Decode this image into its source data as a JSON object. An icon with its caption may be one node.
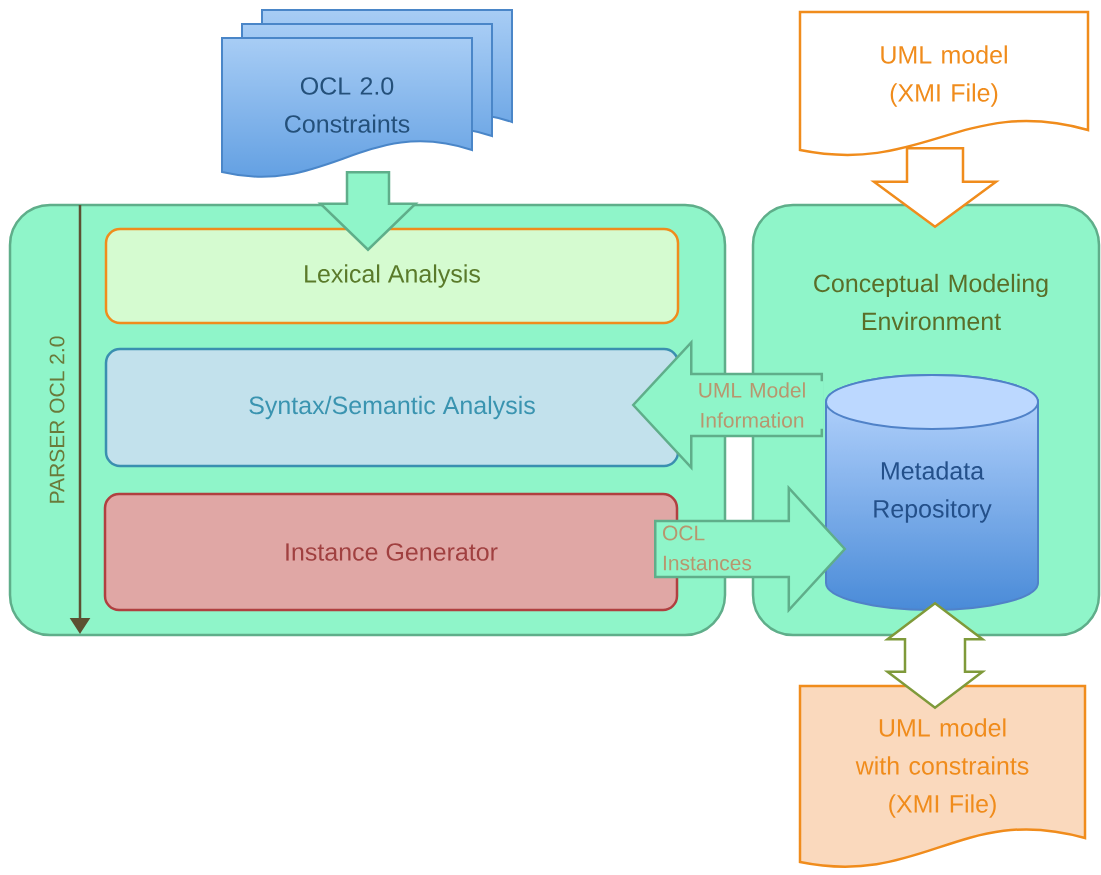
{
  "diagram": {
    "nodes": [
      {
        "text": [
          "OCL 2.0 Constraints"
        ]
      },
      {
        "text": [
          "PARSER OCL 2.0"
        ]
      },
      {
        "text": [
          "Lexical Analysis"
        ],
        "in": 1
      },
      {
        "text": [
          "Syntax/Semantic Analysis"
        ],
        "in": 1
      },
      {
        "text": [
          "Instance Generator"
        ],
        "in": 1
      },
      {
        "text": [
          "UML model (XMI File)"
        ]
      },
      {
        "text": [
          "Conceptual Modeling Environment"
        ]
      },
      {
        "text": [
          "Metadata Repository"
        ],
        "in": 6
      },
      {
        "text": [
          "UML model with constraints (XMI File)"
        ]
      }
    ],
    "edges": [
      {
        "from": 0,
        "to": 2,
        "arrow": "to"
      },
      {
        "from": 5,
        "to": 6,
        "arrow": "to",
        "color": "#f08c1c"
      },
      {
        "from": 7,
        "to": 3,
        "arrow": "to",
        "label": "UML Model Information"
      },
      {
        "from": 4,
        "to": 7,
        "arrow": "to",
        "label": "OCL Instances"
      },
      {
        "from": 7,
        "to": 8,
        "arrow": "both",
        "color": "#7f9a3a"
      }
    ]
  }
}
